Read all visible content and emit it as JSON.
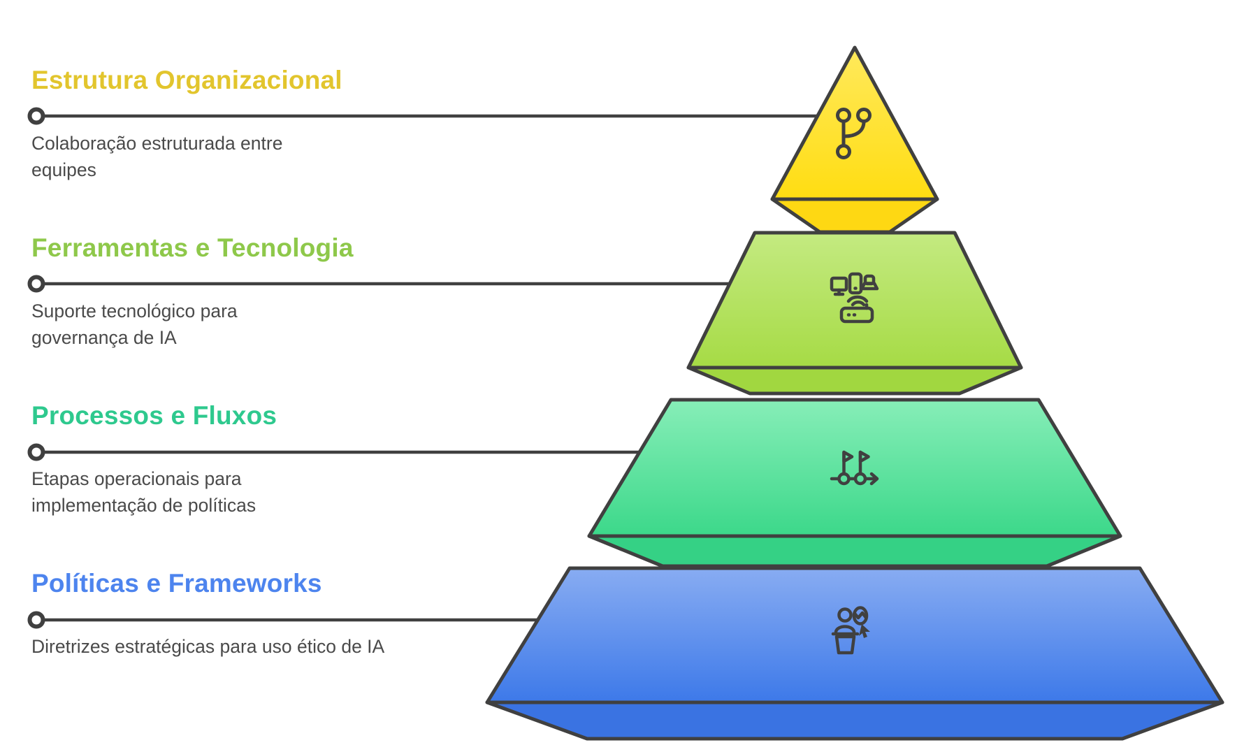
{
  "page": {
    "background": "#ffffff"
  },
  "diagram": {
    "type": "pyramid",
    "line_color": "#404040",
    "description_color": "#4a4a4a",
    "levels": [
      {
        "title": "Estrutura Organizacional",
        "description": "Colaboração estruturada entre equipes",
        "title_color": "#e2c52d",
        "fill_top": "#ffe95c",
        "fill_bottom": "#ffdd12",
        "skirt_color": "#fed813",
        "icon": "git-branch-icon"
      },
      {
        "title": "Ferramentas e Tecnologia",
        "description": "Suporte tecnológico para governança de IA",
        "title_color": "#8ec84a",
        "fill_top": "#c4ea81",
        "fill_bottom": "#a6db45",
        "skirt_color": "#a1d740",
        "icon": "devices-network-icon"
      },
      {
        "title": "Processos e Fluxos",
        "description": "Etapas operacionais para implementação de políticas",
        "title_color": "#2ec98e",
        "fill_top": "#87eeb8",
        "fill_bottom": "#3cd88a",
        "skirt_color": "#35d185",
        "icon": "milestones-flags-icon"
      },
      {
        "title": "Políticas e Frameworks",
        "description": "Diretrizes estratégicas para uso ético de IA",
        "title_color": "#4d84ee",
        "fill_top": "#88acf2",
        "fill_bottom": "#3d79e9",
        "skirt_color": "#3a73e2",
        "icon": "presenter-podium-icon"
      }
    ]
  }
}
